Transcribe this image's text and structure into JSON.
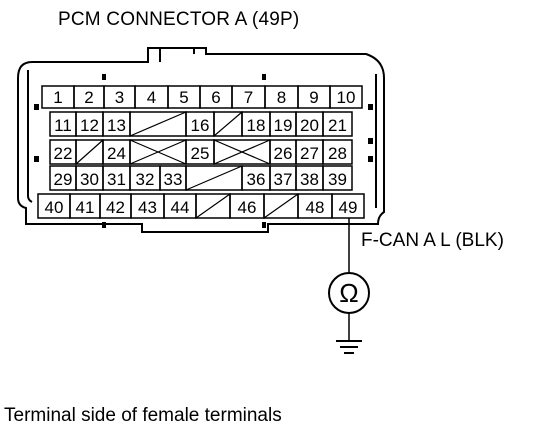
{
  "title": "PCM CONNECTOR A (49P)",
  "wire_label": "F-CAN A L (BLK)",
  "meter_symbol": "Ω",
  "ground_icon": "ground-symbol",
  "caption": "Terminal side of female terminals",
  "connector": {
    "rows": [
      [
        "1",
        "2",
        "3",
        "4",
        "5",
        "6",
        "7",
        "8",
        "9",
        "10"
      ],
      [
        "11",
        "12",
        "13",
        "",
        "",
        "16",
        "",
        "18",
        "19",
        "20",
        "21"
      ],
      [
        "22",
        "",
        "24",
        "",
        "",
        "25",
        "",
        "",
        "26",
        "27",
        "28"
      ],
      [
        "29",
        "30",
        "31",
        "32",
        "33",
        "",
        "",
        "36",
        "37",
        "38",
        "39"
      ],
      [
        "40",
        "41",
        "42",
        "43",
        "44",
        "",
        "46",
        "",
        "48",
        "49"
      ]
    ],
    "probed_terminal": "49"
  }
}
